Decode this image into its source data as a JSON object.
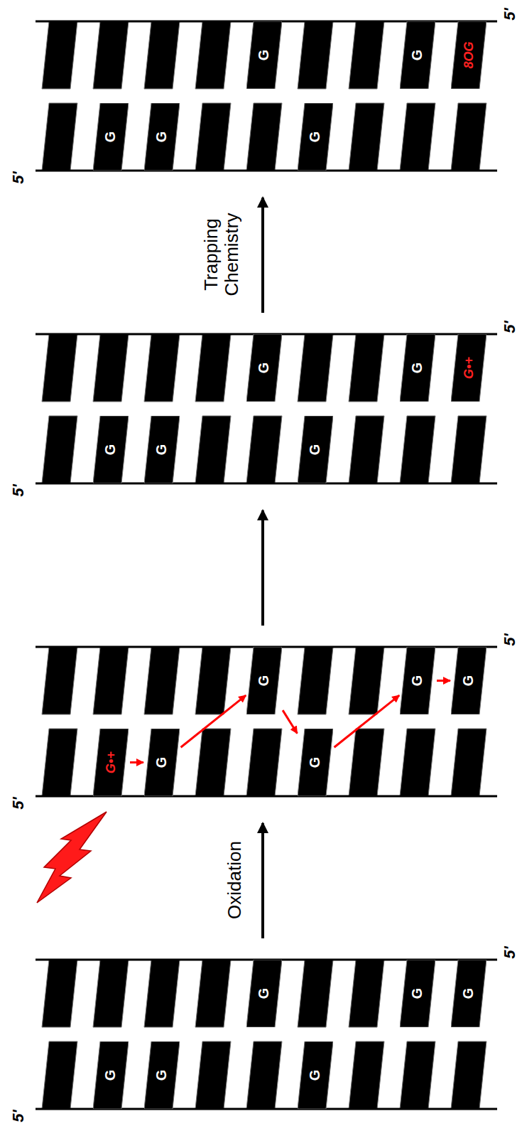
{
  "diagram": {
    "nodes": [
      {
        "text": [
          "G"
        ]
      },
      {
        "text": [
          "G"
        ]
      },
      {
        "text": [
          "8OG"
        ]
      },
      {
        "text": [
          "G"
        ]
      },
      {
        "text": [
          "G"
        ]
      },
      {
        "text": [
          "G"
        ]
      },
      {
        "text": [
          "G"
        ]
      },
      {
        "text": [
          "G"
        ]
      },
      {
        "text": [
          "G•+"
        ]
      },
      {
        "text": [
          "G"
        ]
      },
      {
        "text": [
          "G"
        ]
      },
      {
        "text": [
          "G"
        ]
      },
      {
        "text": [
          "G"
        ]
      },
      {
        "text": [
          "G"
        ]
      },
      {
        "text": [
          "G"
        ]
      },
      {
        "text": [
          "G•+"
        ]
      },
      {
        "text": [
          "G"
        ]
      },
      {
        "text": [
          "G"
        ]
      },
      {
        "text": [
          "G"
        ]
      },
      {
        "text": [
          "G"
        ]
      },
      {
        "text": [
          "G"
        ]
      },
      {
        "text": [
          "G"
        ]
      },
      {
        "text": [
          "G"
        ]
      },
      {
        "text": [
          "G"
        ]
      }
    ],
    "edges": [
      {
        "from": 15,
        "to": 16,
        "arrow": "to"
      },
      {
        "from": 16,
        "to": 12,
        "arrow": "to"
      },
      {
        "from": 12,
        "to": 17,
        "arrow": "to"
      },
      {
        "from": 17,
        "to": 13,
        "arrow": "to"
      },
      {
        "from": 13,
        "to": 14,
        "arrow": "to"
      }
    ],
    "labels": [
      "5'",
      "5'",
      "Trapping Chemistry",
      "5'",
      "5'",
      "5'",
      "5'",
      "Oxidation",
      "5'",
      "5'"
    ]
  }
}
